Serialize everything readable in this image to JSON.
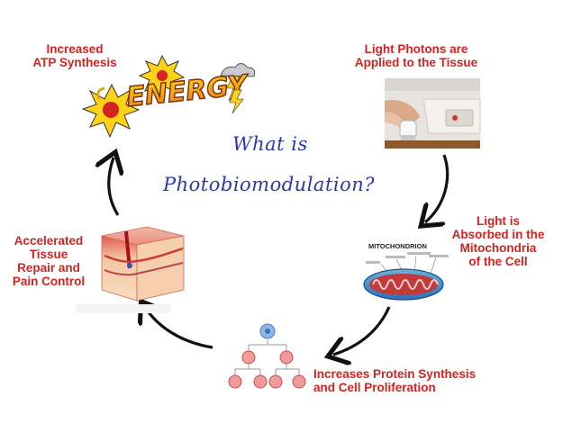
{
  "title": {
    "line1": "What is",
    "line2": "Photobiomodulation?"
  },
  "steps": [
    {
      "label": "Light Photons are\nApplied to the Tissue"
    },
    {
      "label": "Light is\nAbsorbed in the\nMitochondria\nof the Cell"
    },
    {
      "label": "Increases Protein Synthesis\nand Cell Proliferation"
    },
    {
      "label": "Accelerated\nTissue\nRepair and\nPain Control"
    },
    {
      "label": "Increased\nATP Synthesis"
    }
  ],
  "images": {
    "energy_word": "ENERGY",
    "mitochondrion_title": "MITOCHONDRION"
  },
  "colors": {
    "label": "#d6211f",
    "title": "#2a36b8",
    "arrow": "#111111"
  }
}
